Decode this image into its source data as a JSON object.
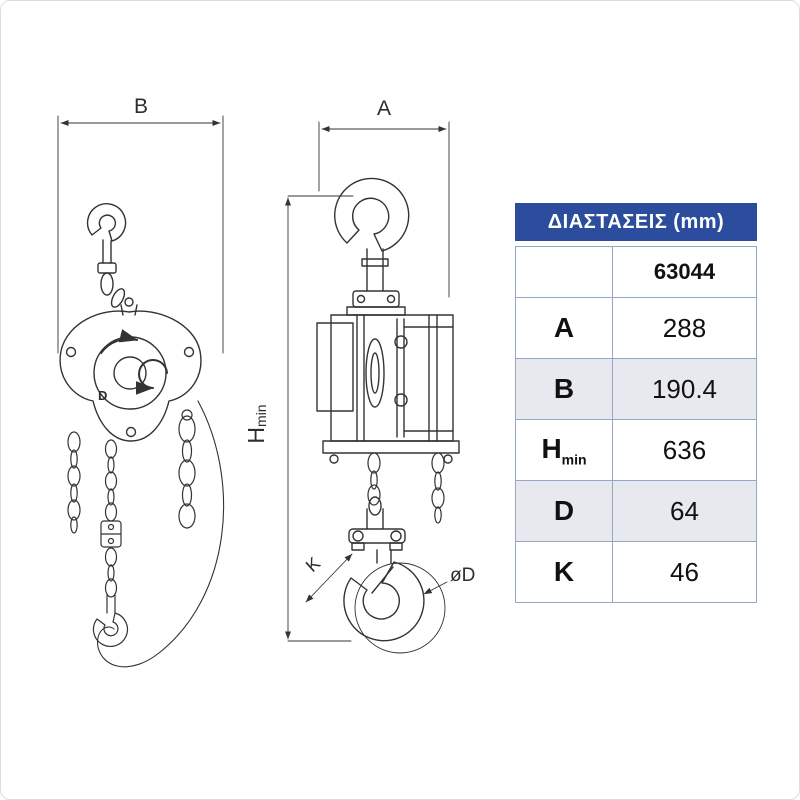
{
  "drawing": {
    "dim_b_label": "B",
    "dim_a_label": "A",
    "dim_hmin_main": "H",
    "dim_hmin_sub": "min",
    "dim_k_label": "K",
    "dim_d_label": "øD",
    "body_mark": "D"
  },
  "table": {
    "title": "ΔΙΑΣΤΑΣΕΙΣ (mm)",
    "column_header": "63044",
    "rows": [
      {
        "label": "A",
        "value": "288"
      },
      {
        "label": "B",
        "value": "190.4"
      },
      {
        "label": "H",
        "label_sub": "min",
        "value": "636"
      },
      {
        "label": "D",
        "value": "64"
      },
      {
        "label": "K",
        "value": "46"
      }
    ]
  },
  "colors": {
    "header_bg": "#2c4d9e",
    "header_text": "#ffffff",
    "table_border": "#93a7c9",
    "row_alt_bg": "#e8e9ee",
    "line": "#333333"
  }
}
